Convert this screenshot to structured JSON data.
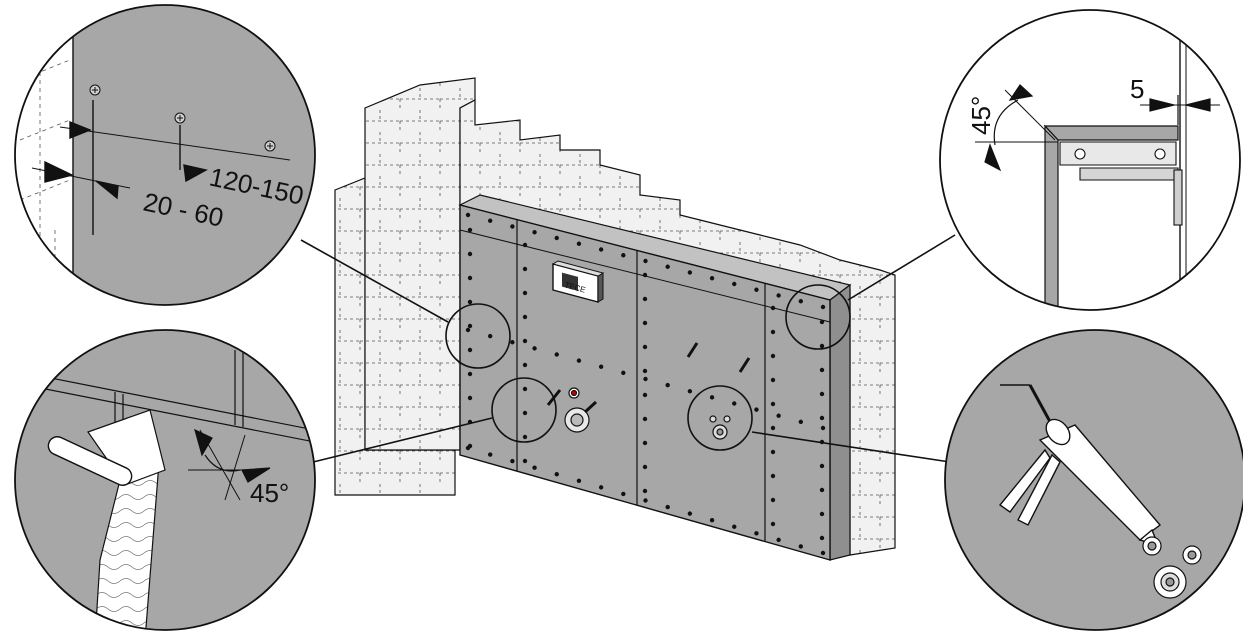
{
  "colors": {
    "panel": "#a7a7a7",
    "panel_dark": "#8f8f8f",
    "panel_top": "#c2c2c2",
    "brick": "#f1f1f1",
    "line": "#111111",
    "background": "#ffffff"
  },
  "callouts": {
    "screw_spacing": {
      "edge_distance": "20 - 60",
      "spacing": "120-150"
    },
    "corner_joint": {
      "angle": "45°",
      "gap": "5"
    },
    "tape_corner": {
      "angle": "45°"
    },
    "sealant": {}
  },
  "device_label": "TECE"
}
